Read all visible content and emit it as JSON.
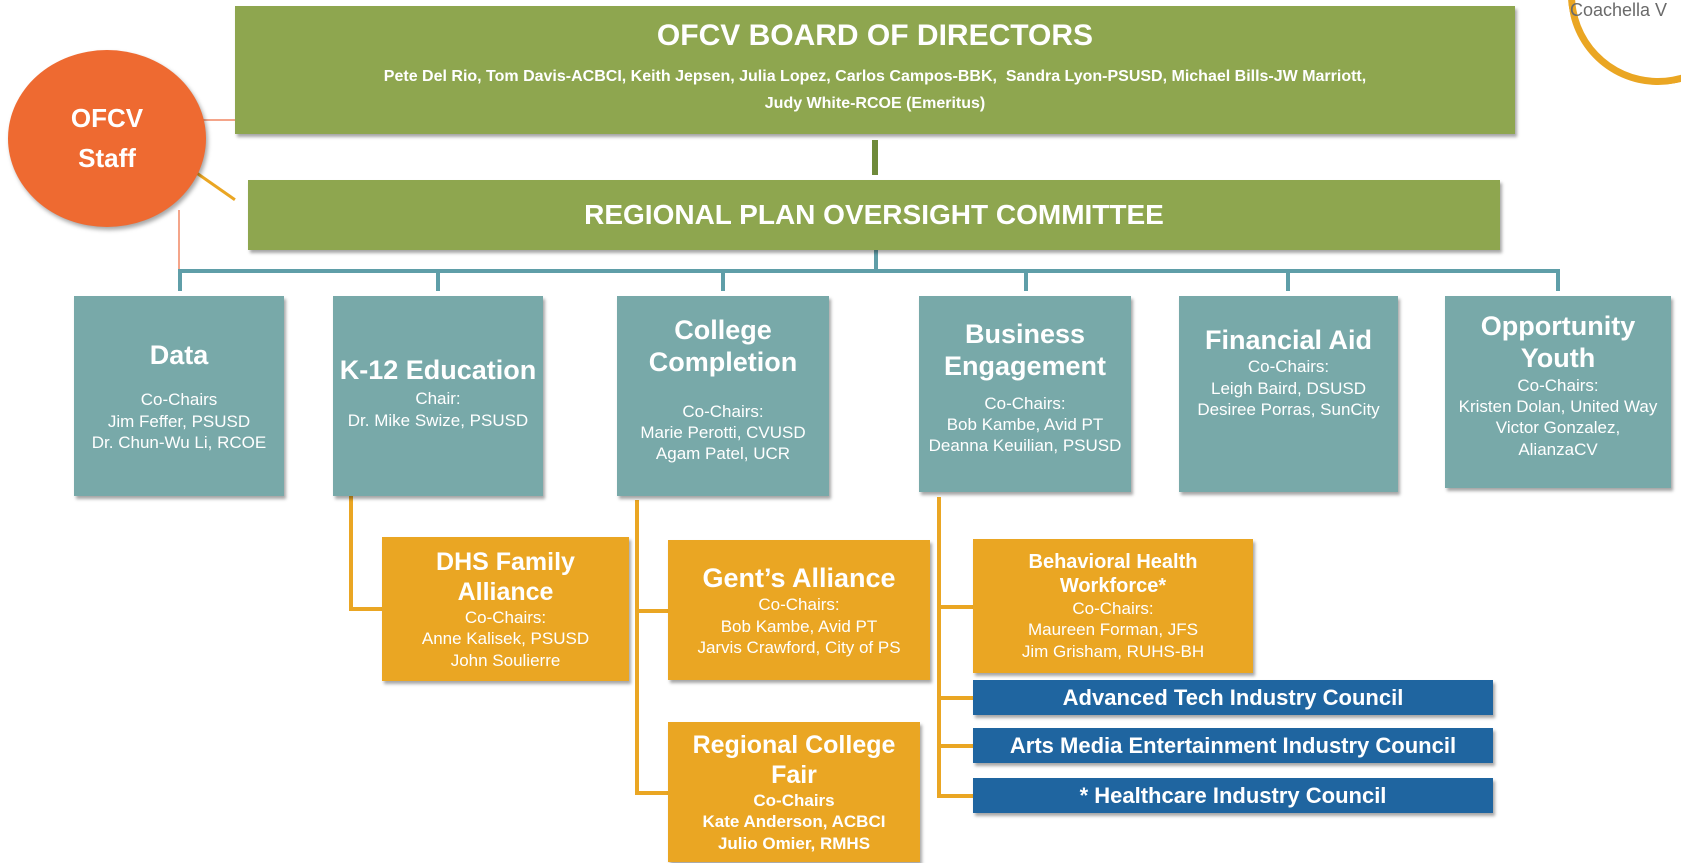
{
  "board": {
    "title": "OFCV BOARD OF DIRECTORS",
    "members_line1": "Pete Del Rio, Tom Davis-ACBCI, Keith Jepsen, Julia Lopez, Carlos Campos-BBK,  Sandra Lyon-PSUSD, Michael Bills-JW Marriott,",
    "members_line2": "Judy White-RCOE (Emeritus)"
  },
  "staff": {
    "line1": "OFCV",
    "line2": "Staff"
  },
  "oversight": {
    "title": "REGIONAL PLAN OVERSIGHT COMMITTEE"
  },
  "logo": {
    "text": "Coachella V"
  },
  "committees": [
    {
      "title": "Data",
      "role": "Co-Chairs",
      "names": [
        "Jim Feffer, PSUSD",
        "Dr. Chun-Wu Li, RCOE"
      ]
    },
    {
      "title": "K-12 Education",
      "role": "Chair:",
      "names": [
        "Dr. Mike Swize, PSUSD"
      ]
    },
    {
      "title_line1": "College",
      "title_line2": "Completion",
      "role": "Co-Chairs:",
      "names": [
        "Marie Perotti, CVUSD",
        "Agam Patel, UCR"
      ]
    },
    {
      "title_line1": "Business",
      "title_line2": "Engagement",
      "role": "Co-Chairs:",
      "names": [
        "Bob Kambe, Avid PT",
        "Deanna Keuilian, PSUSD"
      ]
    },
    {
      "title": "Financial Aid",
      "role": "Co-Chairs:",
      "names": [
        "Leigh Baird, DSUSD",
        "Desiree Porras, SunCity"
      ]
    },
    {
      "title_line1": "Opportunity",
      "title_line2": "Youth",
      "role": "Co-Chairs:",
      "names": [
        "Kristen Dolan, United Way",
        "Victor Gonzalez,",
        "AlianzaCV"
      ]
    }
  ],
  "subgroups": {
    "dhs": {
      "title_line1": "DHS Family",
      "title_line2": "Alliance",
      "role": "Co-Chairs:",
      "names": [
        "Anne Kalisek, PSUSD",
        "John Soulierre"
      ]
    },
    "gents": {
      "title": "Gent’s Alliance",
      "role": "Co-Chairs:",
      "names": [
        "Bob Kambe, Avid PT",
        "Jarvis Crawford, City of PS"
      ]
    },
    "fair": {
      "title_line1": "Regional College",
      "title_line2": "Fair",
      "role": "Co-Chairs",
      "names": [
        "Kate Anderson, ACBCI",
        "Julio Omier, RMHS"
      ]
    },
    "behavioral": {
      "title_line1": "Behavioral Health",
      "title_line2": "Workforce*",
      "role": "Co-Chairs:",
      "names": [
        "Maureen Forman, JFS",
        "Jim Grisham, RUHS-BH"
      ]
    }
  },
  "councils": [
    "Advanced Tech Industry Council",
    "Arts Media Entertainment Industry Council",
    "* Healthcare Industry Council"
  ],
  "colors": {
    "board_green": "#8ea64f",
    "committee_teal": "#78a9a9",
    "subgroup_gold": "#eaa623",
    "council_blue": "#1f65a0",
    "staff_orange": "#ee6a31",
    "connector_teal": "#5f9ea8",
    "connector_salmon": "#f4a58a"
  }
}
